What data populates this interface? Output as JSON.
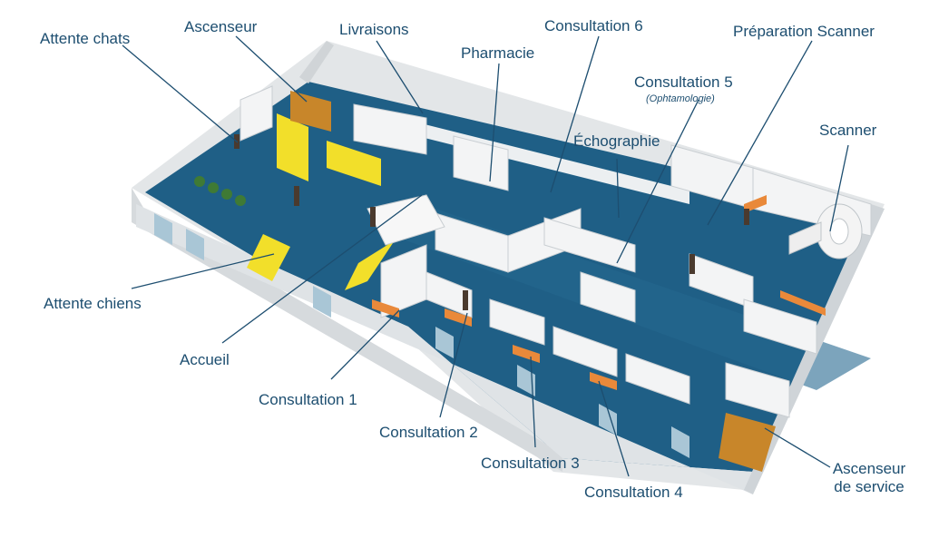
{
  "labels": {
    "attente_chats": "Attente chats",
    "ascenseur": "Ascenseur",
    "livraisons": "Livraisons",
    "pharmacie": "Pharmacie",
    "consultation_6": "Consultation 6",
    "preparation_scanner": "Préparation Scanner",
    "consultation_5": "Consultation 5",
    "consultation_5_note": "(Ophtamologie)",
    "echographie": "Échographie",
    "scanner": "Scanner",
    "attente_chiens": "Attente chiens",
    "accueil": "Accueil",
    "consultation_1": "Consultation 1",
    "consultation_2": "Consultation 2",
    "consultation_3": "Consultation 3",
    "consultation_4": "Consultation 4",
    "ascenseur_service_line1": "Ascenseur",
    "ascenseur_service_line2": "de service"
  },
  "colors": {
    "label_text": "#1d4e70",
    "leader_line": "#1d4e70",
    "floor": "#1f5f86",
    "wall_top": "#f4f4f4",
    "wall_side": "#d9dde0",
    "glass": "#a9c6d6",
    "yellow_shelves": "#f2df2a",
    "elevator": "#c8862a",
    "desk": "#e9893a"
  }
}
